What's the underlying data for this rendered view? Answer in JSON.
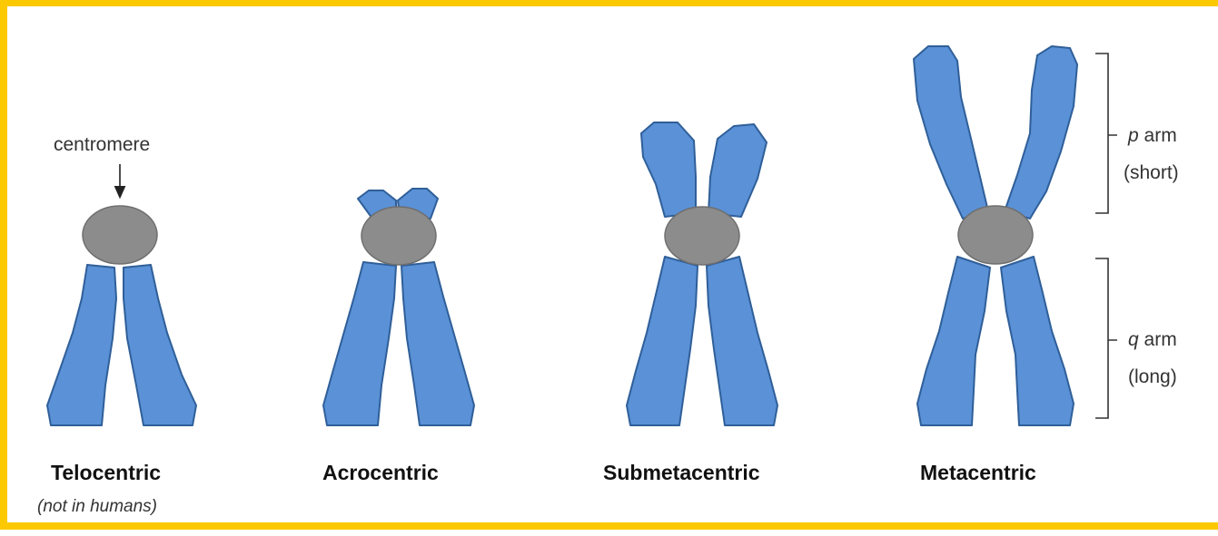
{
  "colors": {
    "frame": "#fcc900",
    "arm_fill": "#5b91d6",
    "arm_stroke": "#2f5f99",
    "centromere_fill": "#8c8c8c"
  },
  "labels": {
    "centromere": "centromere",
    "p_arm_letter": "p",
    "p_arm_word": "arm",
    "p_arm_note": "(short)",
    "q_arm_letter": "q",
    "q_arm_word": "arm",
    "q_arm_note": "(long)"
  },
  "chromosomes": [
    {
      "name": "Telocentric",
      "note": "(not in humans)"
    },
    {
      "name": "Acrocentric",
      "note": ""
    },
    {
      "name": "Submetacentric",
      "note": ""
    },
    {
      "name": "Metacentric",
      "note": ""
    }
  ]
}
